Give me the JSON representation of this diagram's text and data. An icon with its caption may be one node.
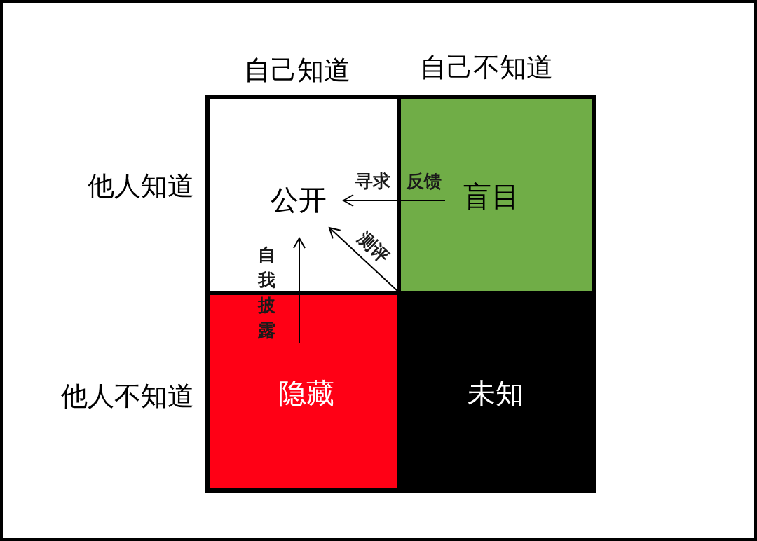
{
  "diagram": {
    "nodes": [
      {
        "text": [
          "公开"
        ]
      },
      {
        "text": [
          "盲目"
        ]
      },
      {
        "text": [
          "隐藏"
        ]
      },
      {
        "text": [
          "未知"
        ]
      }
    ],
    "edges": [
      {
        "from": 1,
        "to": 0,
        "arrow": "to",
        "label": "寻求 反馈"
      },
      {
        "from": 2,
        "to": 0,
        "arrow": "to",
        "label": "自我披露"
      },
      {
        "from": 3,
        "to": 0,
        "arrow": "to",
        "label": "测评"
      }
    ],
    "labels": [
      "自己知道",
      "自己不知道",
      "他人知道",
      "他人不知道"
    ]
  }
}
